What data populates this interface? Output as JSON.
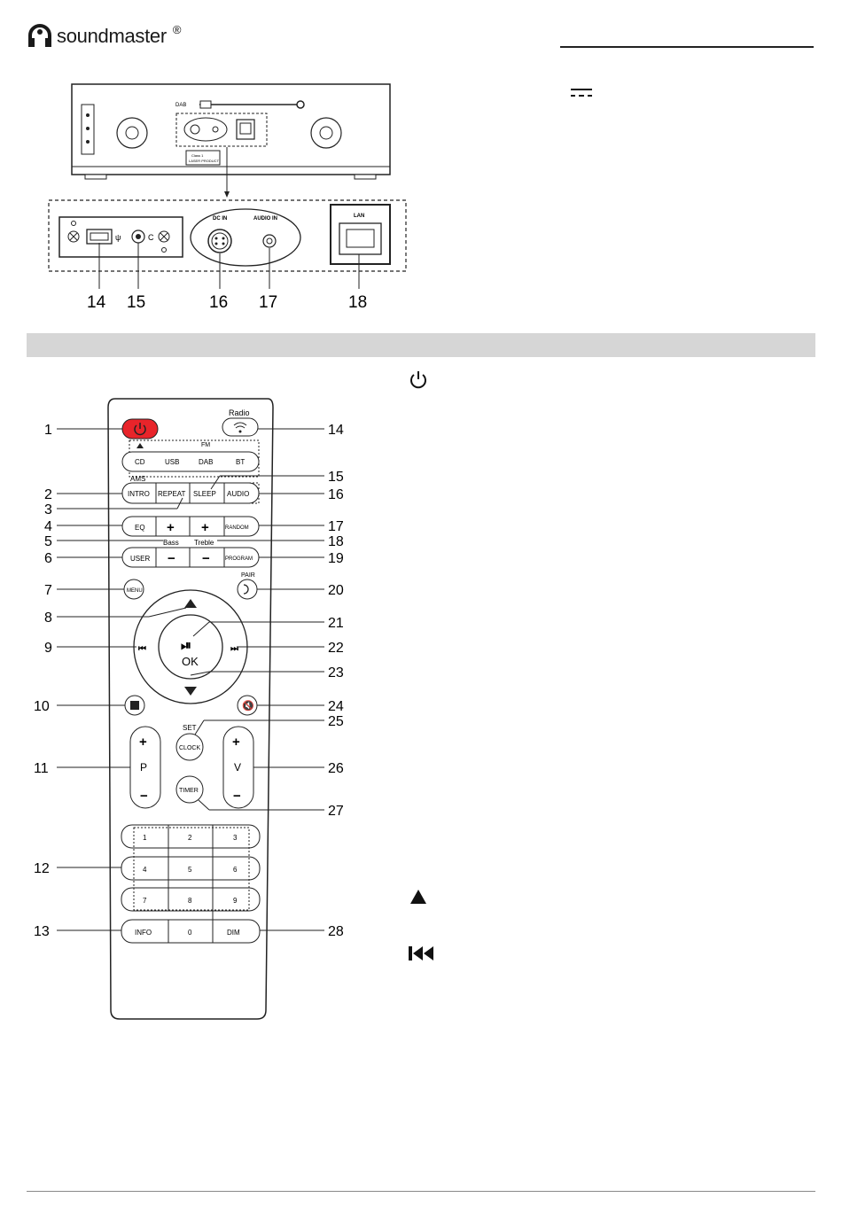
{
  "header": {
    "brand": "soundmaster",
    "registered": "®"
  },
  "back_panel": {
    "callouts": [
      "14",
      "15",
      "16",
      "17",
      "18"
    ],
    "labels": {
      "dc_in": "DC IN",
      "audio_in": "AUDIO IN",
      "lan": "LAN"
    }
  },
  "remote": {
    "left_callouts": [
      "1",
      "2",
      "3",
      "4",
      "5",
      "6",
      "7",
      "8",
      "9",
      "10",
      "11",
      "12",
      "13"
    ],
    "right_callouts": [
      "14",
      "15",
      "16",
      "17",
      "18",
      "19",
      "20",
      "21",
      "22",
      "23",
      "24",
      "25",
      "26",
      "27",
      "28"
    ],
    "labels": {
      "radio": "Radio",
      "fm": "FM",
      "cd": "CD",
      "usb": "USB",
      "dab": "DAB",
      "bt": "BT",
      "ams": "AMS",
      "intro": "INTRO",
      "repeat": "REPEAT",
      "sleep": "SLEEP",
      "audio": "AUDIO",
      "eq": "EQ",
      "random": "RANDOM",
      "bass": "Bass",
      "treble": "Treble",
      "user": "USER",
      "program": "PROGRAM",
      "menu": "MENU",
      "pair": "PAIR",
      "ok": "OK",
      "set": "SET",
      "clock": "CLOCK",
      "timer": "TIMER",
      "p": "P",
      "v": "V",
      "info": "INFO",
      "dim": "DIM",
      "plus": "+",
      "minus": "−"
    },
    "keypad": [
      "1",
      "2",
      "3",
      "4",
      "5",
      "6",
      "7",
      "8",
      "9",
      "0"
    ]
  },
  "icons": [
    "power-icon",
    "up-triangle-icon",
    "previous-track-icon",
    "dc-current-icon",
    "soundmaster-logo-icon"
  ],
  "colors": {
    "power_button": "#e8242a",
    "section_bar": "#d6d6d6"
  }
}
